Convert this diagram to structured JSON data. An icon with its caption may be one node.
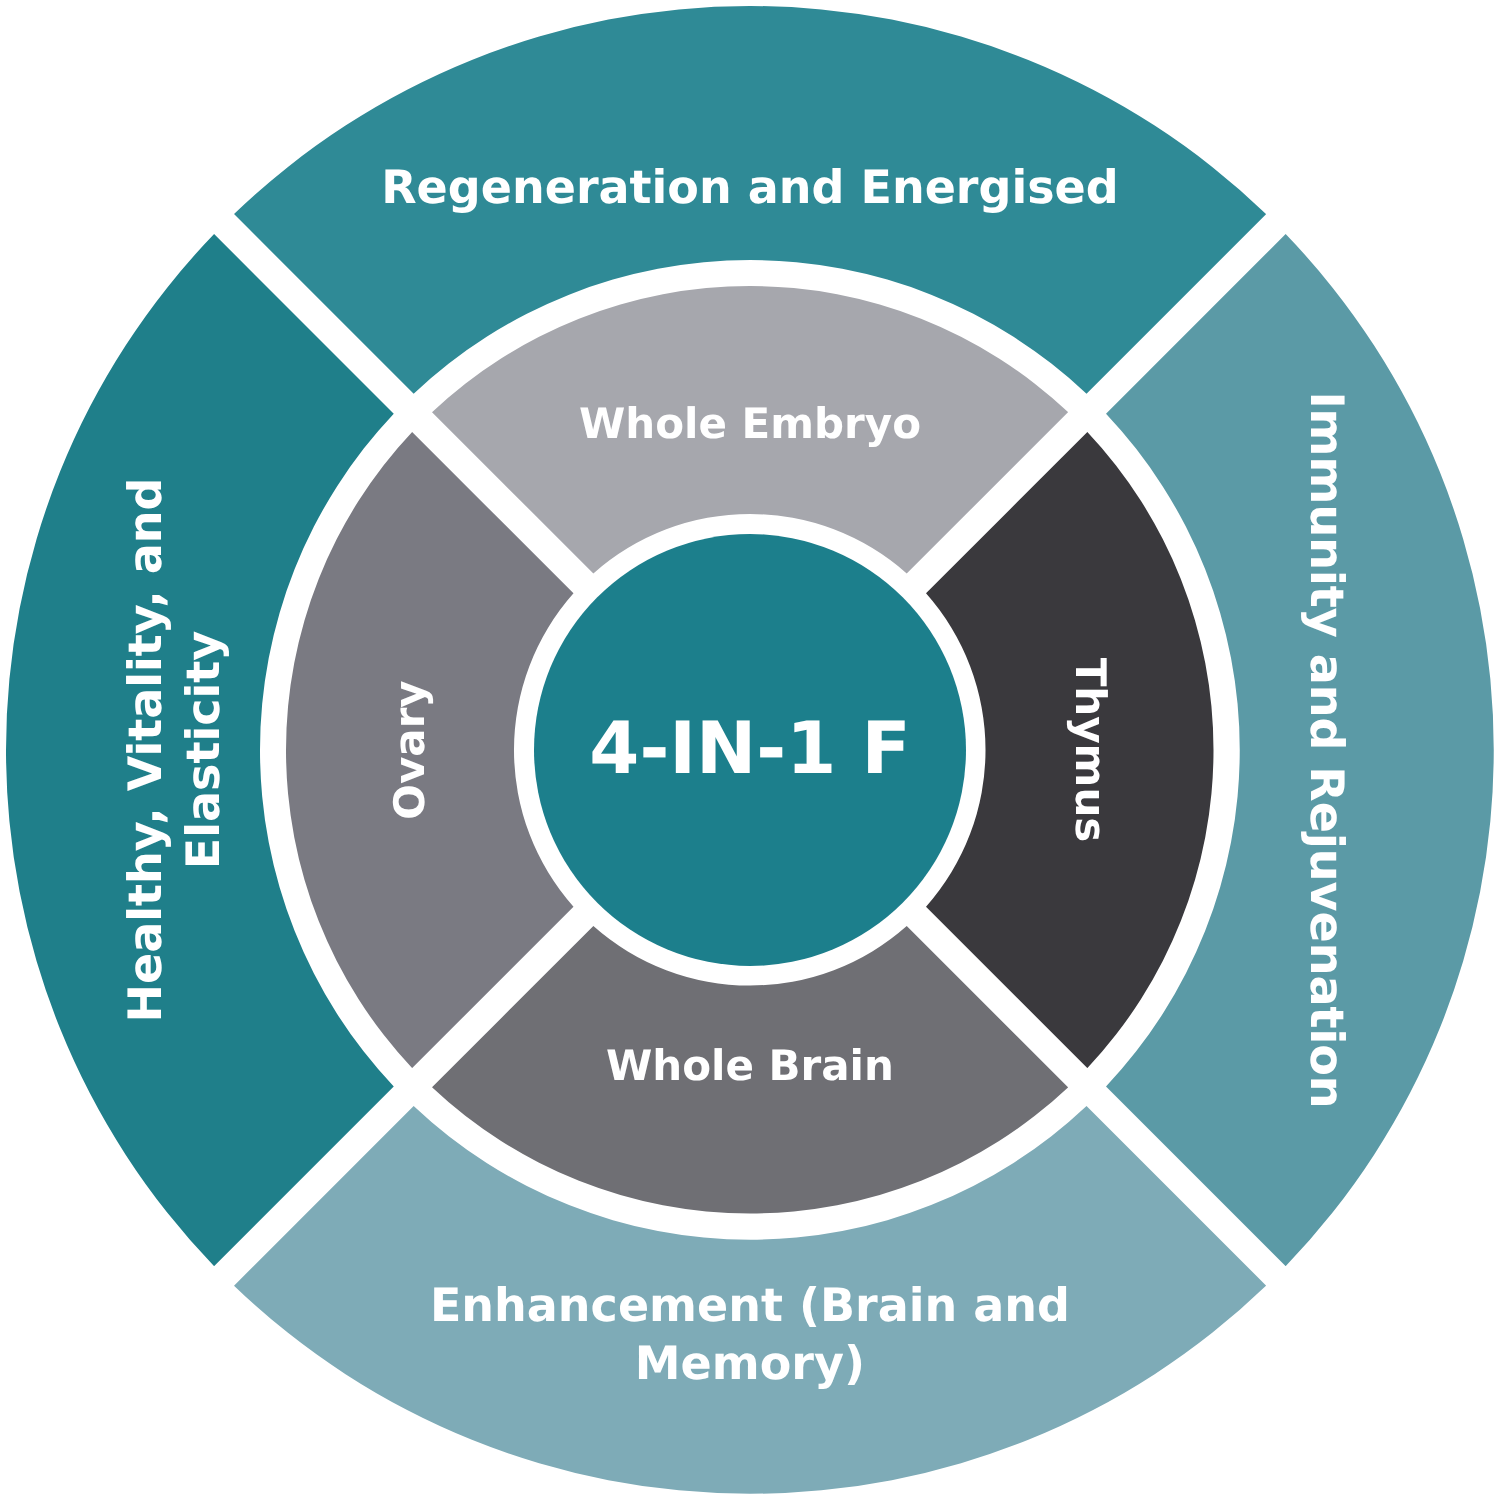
{
  "diagram": {
    "nodes": [
      {
        "text": [
          "Regeneration and Energised"
        ]
      },
      {
        "text": [
          "Healthy, Vitality, and Elasticity"
        ]
      },
      {
        "text": [
          "Immunity and Rejuvenation"
        ]
      },
      {
        "text": [
          "Whole Embryo"
        ]
      },
      {
        "text": [
          "Ovary"
        ]
      },
      {
        "text": [
          "4-IN-1 F"
        ]
      },
      {
        "text": [
          "Thymus"
        ]
      },
      {
        "text": [
          "Whole Brain"
        ]
      },
      {
        "text": [
          "Enhancement (Brain and Memory)"
        ]
      }
    ]
  }
}
